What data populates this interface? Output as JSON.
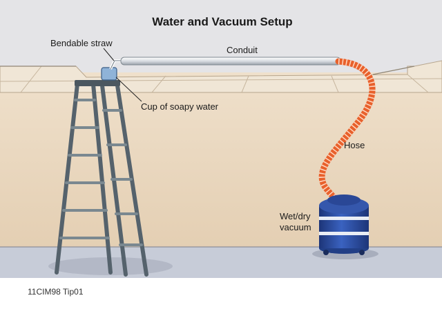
{
  "title": "Water and Vacuum Setup",
  "labels": {
    "bendable_straw": "Bendable straw",
    "conduit": "Conduit",
    "cup": "Cup of soapy water",
    "hose": "Hose",
    "vacuum_line1": "Wet/dry",
    "vacuum_line2": "vacuum"
  },
  "caption": "11CIM98 Tip01",
  "colors": {
    "ceiling": "#e3e3e6",
    "wall": "#ead8c0",
    "floor": "#c9cdd8",
    "hose": "#e8612c",
    "vacuum": "#2e4fa6",
    "ladder": "#5c6a73"
  }
}
